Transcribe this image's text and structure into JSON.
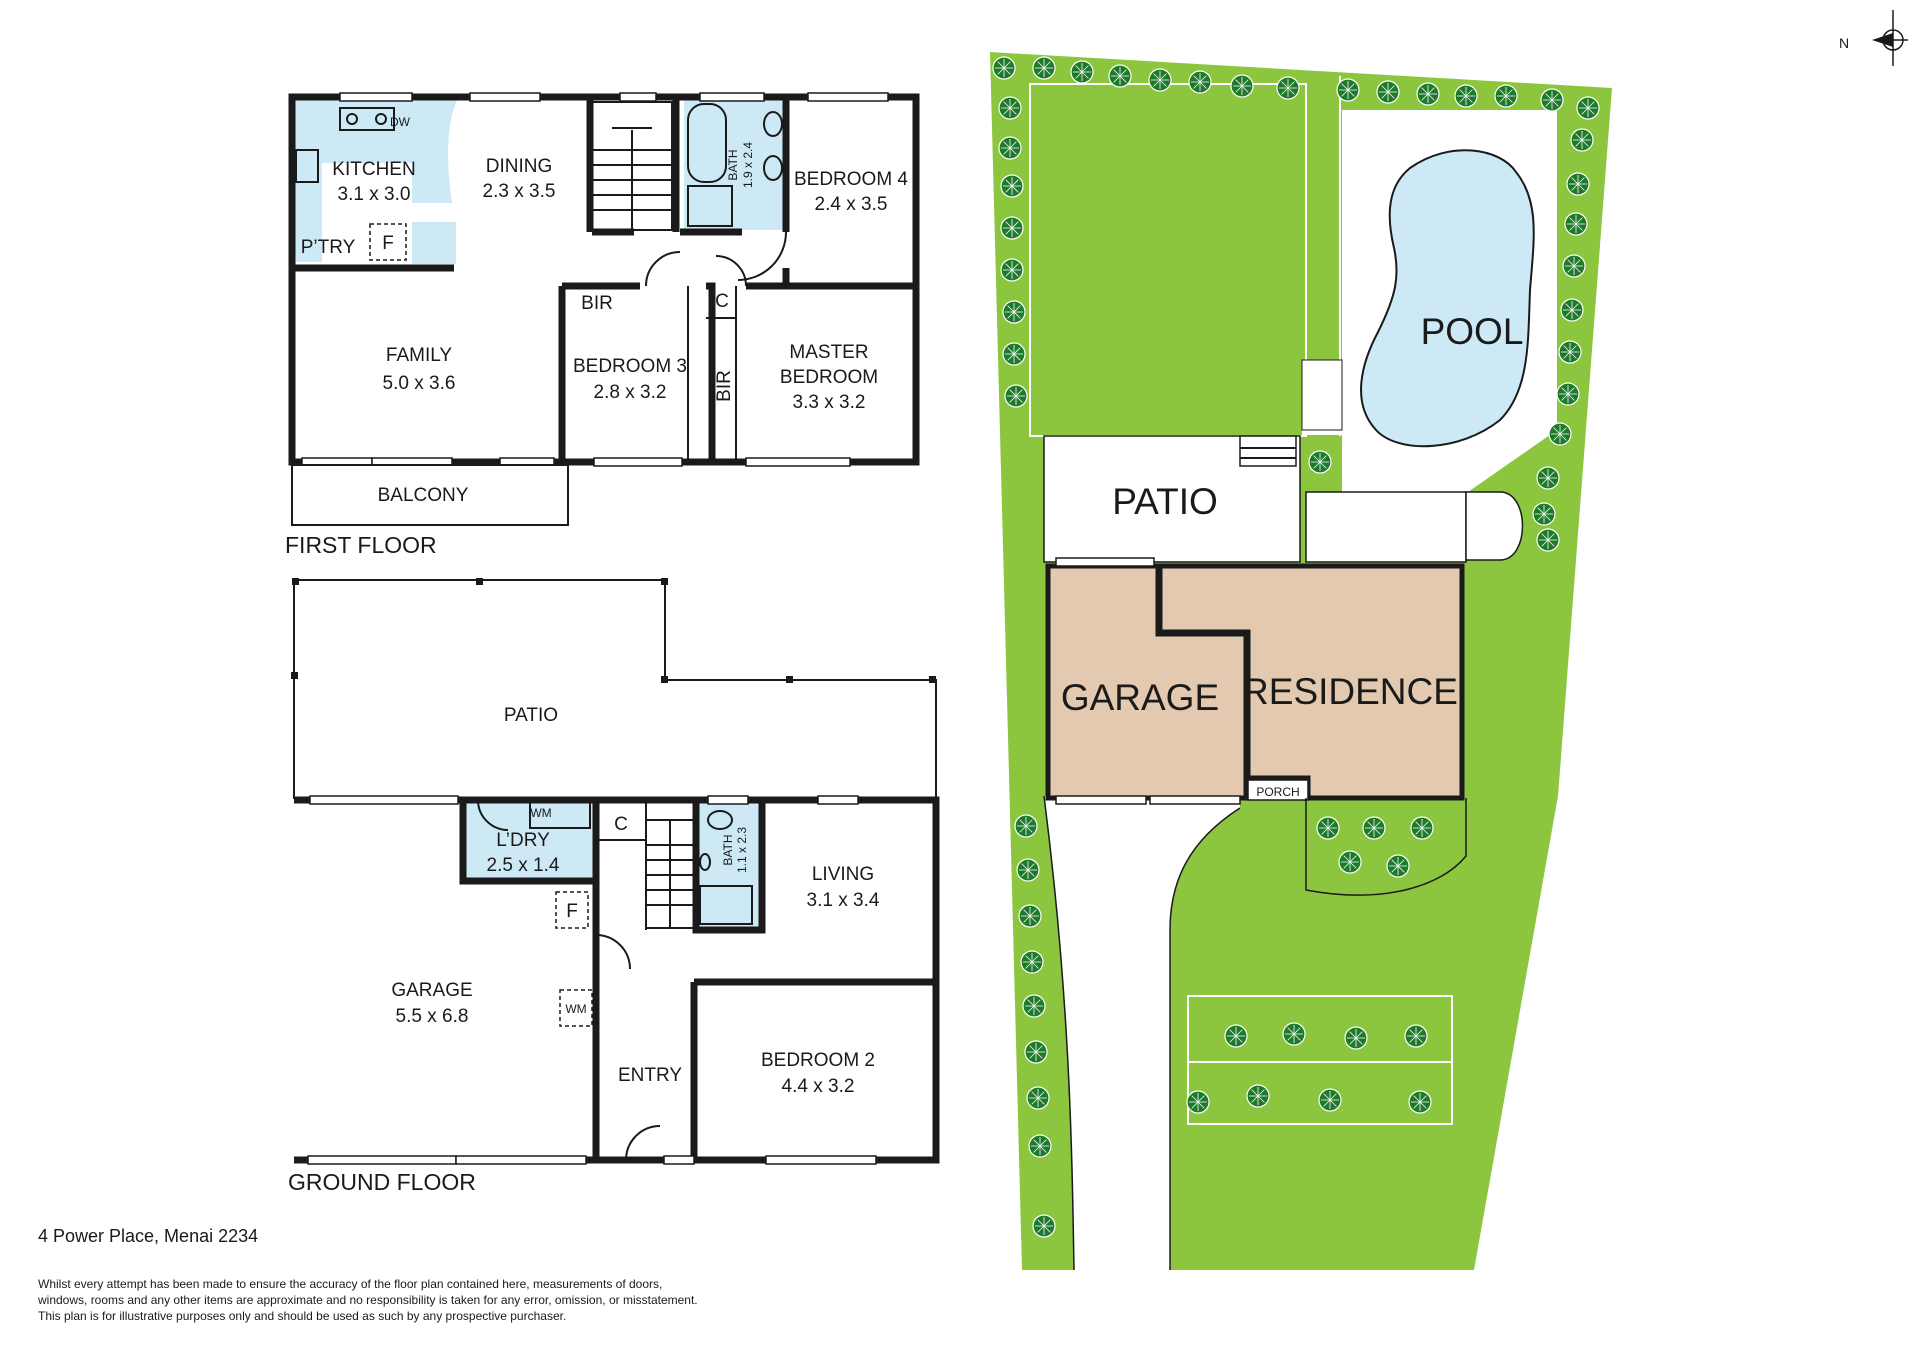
{
  "first_floor": {
    "title": "FIRST FLOOR",
    "rooms": {
      "kitchen": {
        "name": "KITCHEN",
        "size": "3.1 x 3.0"
      },
      "dining": {
        "name": "DINING",
        "size": "2.3 x 3.5"
      },
      "pantry": {
        "name": "P’TRY"
      },
      "fridge": "F",
      "dishwasher": "DW",
      "family": {
        "name": "FAMILY",
        "size": "5.0 x 3.6"
      },
      "balcony": {
        "name": "BALCONY"
      },
      "bath": {
        "name": "BATH",
        "size": "1.9 x 2.4"
      },
      "bedroom4": {
        "name": "BEDROOM 4",
        "size": "2.4 x 3.5"
      },
      "bedroom3_bir": "BIR",
      "cupboard": "C",
      "bedroom3": {
        "name": "BEDROOM 3",
        "size": "2.8 x 3.2"
      },
      "master_bir": "BIR",
      "master": {
        "name1": "MASTER",
        "name2": "BEDROOM",
        "size": "3.3 x 3.2"
      }
    }
  },
  "ground_floor": {
    "title": "GROUND FLOOR",
    "rooms": {
      "patio": {
        "name": "PATIO"
      },
      "laundry": {
        "name": "L’DRY",
        "size": "2.5 x 1.4"
      },
      "laundry_wm": "WM",
      "cupboard": "C",
      "bath": {
        "name": "BATH",
        "size": "1.1 x 2.3"
      },
      "living": {
        "name": "LIVING",
        "size": "3.1 x 3.4"
      },
      "fridge": "F",
      "garage_wm": "WM",
      "garage": {
        "name": "GARAGE",
        "size": "5.5 x 6.8"
      },
      "entry": {
        "name": "ENTRY"
      },
      "bedroom2": {
        "name": "BEDROOM 2",
        "size": "4.4 x 3.2"
      }
    }
  },
  "site_plan": {
    "pool": "POOL",
    "patio": "PATIO",
    "garage": "GARAGE",
    "residence": "RESIDENCE",
    "porch": "PORCH",
    "compass": "N"
  },
  "address": "4 Power Place, Menai 2234",
  "disclaimer": [
    "Whilst every attempt has been made to ensure the accuracy of the floor plan contained here, measurements of doors,",
    "windows, rooms and any other items are approximate and no responsibility is taken for any error, omission, or misstatement.",
    "This plan is for illustrative purposes only and should be used as such by any prospective purchaser."
  ],
  "colors": {
    "lawn": "#8cc63f",
    "building": "#e3c9b0",
    "wet_area": "#cde9f6",
    "pool": "#cde9f6",
    "tree": "#1d7a2a"
  }
}
